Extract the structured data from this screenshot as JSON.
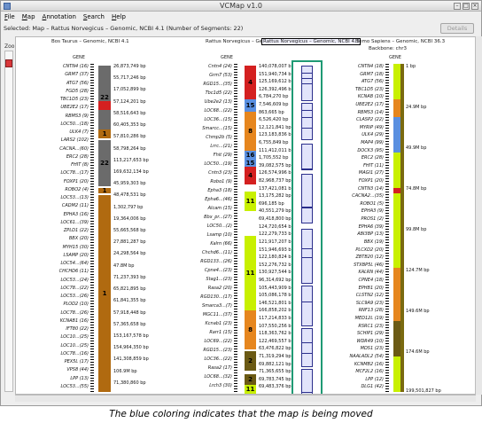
{
  "window": {
    "title": "VCMap v1.0"
  },
  "menu": [
    {
      "label": "File",
      "key": "F"
    },
    {
      "label": "Map",
      "key": "M"
    },
    {
      "label": "Annotation",
      "key": "A"
    },
    {
      "label": "Search",
      "key": "S"
    },
    {
      "label": "Help",
      "key": "H"
    }
  ],
  "selected_text": "Selected: Map – Rattus Norvegicus – Genomic, NCBI 4.1 (Number of Segments: 22)",
  "details_label": "Details",
  "zoom_label": "Zoom",
  "gene_header": "GENE",
  "maps": {
    "left_title": "Bos Taurus – Genomic, NCBI 4.1",
    "middle_title_prefix": "Rattus Norvegicus – Gen",
    "middle_title_selected": "Rattus Norvegicus – Genomic, NCBI 4.1",
    "right_title": "Homo Sapiens – Genomic, NCBI 36.3",
    "right_subtitle": "Backbone: chr3"
  },
  "left_genes": [
    "CNTN4 (16)",
    "GRM7 (37)",
    "ATG7 (56)",
    "FGD5 (28)",
    "TBC1D5 (23)",
    "UBE2E2 (17)",
    "RBMS3 (9)",
    "LOC50...(18)",
    "ULK4 (7)",
    "LARS2 (102)",
    "CACNA...(60)",
    "ERC2 (28)",
    "FHIT (8)",
    "LOC78...(17)",
    "FOXP1 (20)",
    "ROBO2 (4)",
    "LOC53...(13)",
    "CADM2 (11)",
    "EPHA3 (16)",
    "LOC61...(39)",
    "ZPLD1 (22)",
    "BBX (20)",
    "MYH15 (30)",
    "LSAMP (20)",
    "LOC54...(64)",
    "CHCHD6 (11)",
    "LOC53...(24)",
    "LOC78...(22)",
    "LOC53...(26)",
    "PLOD2 (10)",
    "LOC78...(26)",
    "KCNAB1 (16)",
    "IFT80 (22)",
    "LOC10...(25)",
    "LOC10...(25)",
    "LOC78...(16)",
    "PEX5L (17)",
    "VPS8 (44)",
    "LPP (13)",
    "LOC53...(55)"
  ],
  "left_positions": [
    "26,873,749 bp",
    "55,717,246 bp",
    "17,052,899 bp",
    "57,124,201 bp",
    "58,516,643 bp",
    "60,405,353 bp",
    "57,810,286 bp",
    "58,798,264 bp",
    "113,217,653 bp",
    "169,632,134 bp",
    "45,959,303 bp",
    "48,478,531 bp",
    "1,302,797 bp",
    "19,364,006 bp",
    "55,665,568 bp",
    "27,881,287 bp",
    "24,298,564 bp",
    "47.8M bp",
    "71,237,393 bp",
    "65,821,895 bp",
    "61,841,355 bp",
    "57,918,448 bp",
    "57,365,658 bp",
    "153,167,578 bp",
    "154,964,350 bp",
    "141,308,859 bp",
    "106.9M bp",
    "71,380,860 bp"
  ],
  "left_segments": [
    {
      "label": "22",
      "color": "#6b6b6b"
    },
    {
      "label": "1",
      "color": "#b06a10"
    },
    {
      "label": "22",
      "color": "#6b6b6b"
    },
    {
      "label": "1",
      "color": "#b06a10"
    },
    {
      "label": "1",
      "color": "#b06a10"
    }
  ],
  "middle_genes": [
    "Cntn4 (24)",
    "Grm7 (53)",
    "RGD15...(35)",
    "Tbc1d5 (22)",
    "Ube2e2 (13)",
    "LOC68...(22)",
    "LOC36...(15)",
    "Smarcc...(15)",
    "Chmp2b (5)",
    "Lrrc...(21)",
    "Fhit (29)",
    "LOC50...(19)",
    "Cntn3 (23)",
    "Robo1 (9)",
    "Epha3 (18)",
    "Epha6...(46)",
    "Alcam (15)",
    "Bbx_pr...(27)",
    "LOC50...(2)",
    "Lsamp (10)",
    "Kalrn (66)",
    "Chchd6...(11)",
    "RGD133...(26)",
    "Cpne4...(23)",
    "Stag1...(23)",
    "Rasa2 (20)",
    "RGD130...(17)",
    "Smarca3...(7)",
    "MGC11...(37)",
    "Kcnab1 (23)",
    "Rarr1 (15)",
    "LOC69...(22)",
    "RGD15...(23)",
    "LOC36...(22)",
    "Rasa2 (17)",
    "LOC68...(32)",
    "Lrch3 (30)"
  ],
  "middle_positions": [
    "140,078,007 bp",
    "151,940,734 bp",
    "125,169,612 bp",
    "126,392,496 bp",
    "6,784,270 bp",
    "7,546,609 bp",
    "863,665 bp",
    "6,526,420 bp",
    "12,121,841 bp",
    "123,183,836 bp",
    "6,755,849 bp",
    "111,412,011 bp",
    "1,705,552 bp",
    "39,082,575 bp",
    "126,574,996 bp",
    "82,968,737 bp",
    "137,421,081 bp",
    "13,175,282 bp",
    "696,185 bp",
    "40,551,279 bp",
    "69,418,800 bp",
    "124,720,654 bp",
    "122,279,733 bp",
    "121,917,207 bp",
    "151,946,693 bp",
    "122,180,824 bp",
    "152,276,732 bp",
    "130,927,544 bp",
    "96,314,692 bp",
    "105,443,909 bp",
    "105,086,178 bp",
    "146,521,801 bp",
    "166,858,202 bp",
    "117,214,833 bp",
    "107,550,256 bp",
    "118,363,762 bp",
    "122,469,557 bp",
    "63,476,822 bp",
    "71,319,294 bp",
    "69,882,121 bp",
    "71,365,655 bp",
    "69,783,745 bp",
    "69,483,376 bp"
  ],
  "middle_segments": [
    {
      "label": "4",
      "color": "#d42020"
    },
    {
      "label": "15",
      "color": "#5a8fe0"
    },
    {
      "label": "8",
      "color": "#e6861e"
    },
    {
      "label": "16",
      "color": "#5a8fe0"
    },
    {
      "label": "15",
      "color": "#5a8fe0"
    },
    {
      "label": "4",
      "color": "#d42020"
    },
    {
      "label": "11",
      "color": "#c8f000"
    },
    {
      "label": "11",
      "color": "#c8f000"
    },
    {
      "label": "8",
      "color": "#e6861e"
    },
    {
      "label": "2",
      "color": "#6b5a14"
    },
    {
      "label": "2",
      "color": "#6b5a14"
    },
    {
      "label": "11",
      "color": "#c8f000"
    }
  ],
  "right_genes": [
    "CNTN4 (18)",
    "GRM7 (18)",
    "ATG7 (56)",
    "TBC1D5 (23)",
    "KCNAB (10)",
    "UBE2E2 (17)",
    "RBMS3 (14)",
    "CLASP2 (22)",
    "MYRIP (49)",
    "ULK4 (29)",
    "MAP4 (99)",
    "DOCK3 (95)",
    "ERC2 (28)",
    "FHIT (11)",
    "MAGI1 (27)",
    "FOXP1 (20)",
    "CNTN3 (14)",
    "CACNA2...(35)",
    "ROBO1 (5)",
    "EPHA3 (9)",
    "PROS1 (2)",
    "EPHA6 (39)",
    "ABI3BP (13)",
    "BBX (19)",
    "PLCXD2 (20)",
    "ZBTB20 (12)",
    "STXBP5L (46)",
    "KALRN (44)",
    "CPNE4 (18)",
    "EPHB1 (20)",
    "CLSTN2 (12)",
    "SLC9A9 (23)",
    "RNF13 (28)",
    "MED12L (19)",
    "RSRC1 (23)",
    "SCHIP1 (29)",
    "WDR49 (10)",
    "MDS1 (23)",
    "NAALADL2 (54)",
    "KCNMB2 (16)",
    "MCF2L2 (16)",
    "LPP (12)",
    "DLG1 (42)"
  ],
  "right_positions": [
    "1 bp",
    "24.9M bp",
    "49.9M bp",
    "74.8M bp",
    "99.8M bp",
    "124.7M bp",
    "149.6M bp",
    "174.6M bp",
    "199,501,827 bp"
  ],
  "right_segments": [
    {
      "color": "#c8f000"
    },
    {
      "color": "#e6861e"
    },
    {
      "color": "#5a8fe0"
    },
    {
      "color": "#c8f000"
    },
    {
      "color": "#d42020"
    },
    {
      "color": "#c8f000"
    },
    {
      "color": "#e6861e"
    },
    {
      "color": "#6b5a14"
    },
    {
      "color": "#c8f000"
    }
  ],
  "caption": "The blue coloring indicates that the map is being moved"
}
